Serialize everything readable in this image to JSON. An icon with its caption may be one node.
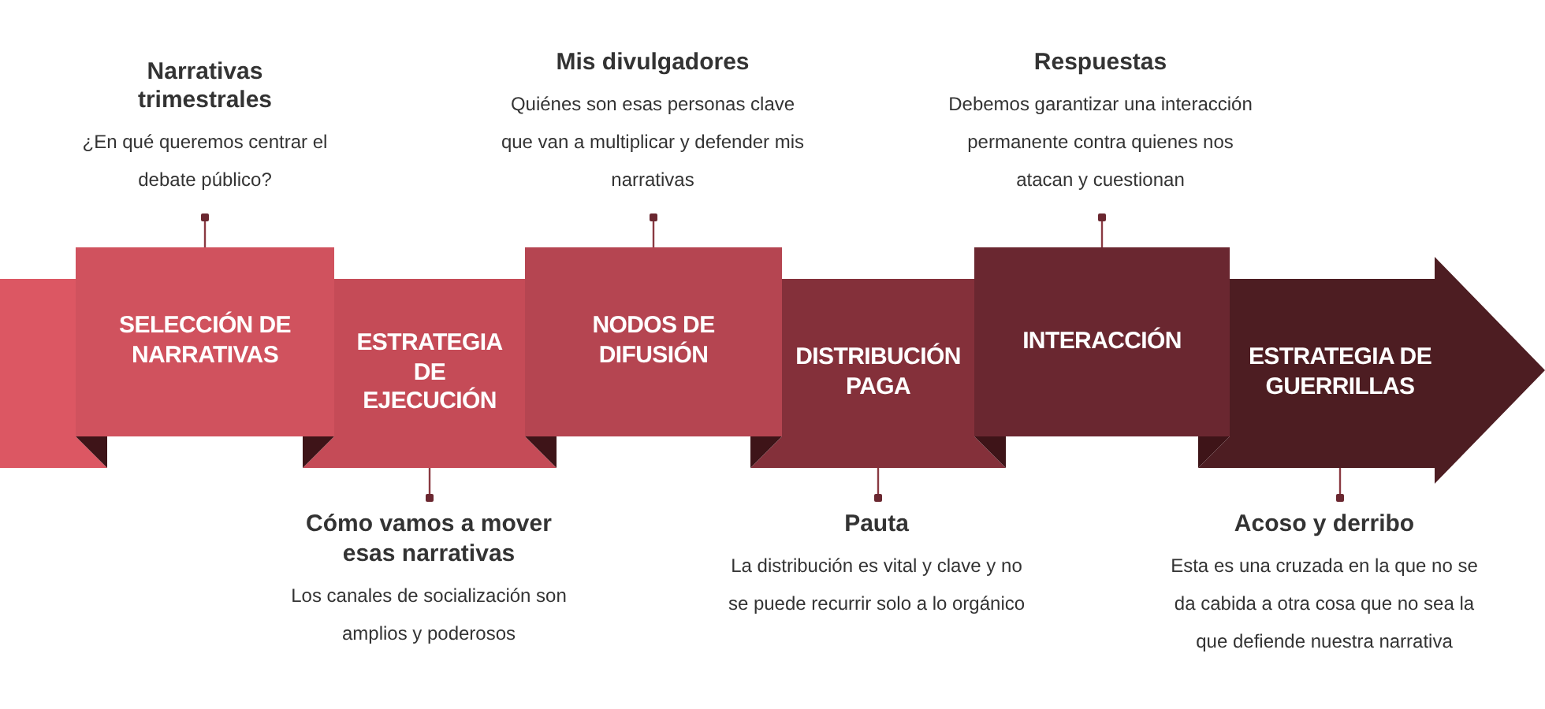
{
  "diagram": {
    "nodes": [
      {
        "text": [
          "SELECCIÓN DE NARRATIVAS"
        ]
      },
      {
        "text": [
          "ESTRATEGIA DE EJECUCIÓN"
        ]
      },
      {
        "text": [
          "NODOS DE DIFUSIÓN"
        ]
      },
      {
        "text": [
          "DISTRIBUCIÓN PAGA"
        ]
      },
      {
        "text": [
          "INTERACCIÓN"
        ]
      },
      {
        "text": [
          "ESTRATEGIA DE GUERRILLAS"
        ]
      },
      {
        "text": [
          "Narrativas trimestrales",
          "¿En qué queremos centrar el debate público?"
        ]
      },
      {
        "text": [
          "Cómo vamos a mover esas narrativas",
          "Los canales de socialización son amplios y poderosos"
        ]
      },
      {
        "text": [
          "Mis divulgadores",
          "Quiénes son esas personas clave que van a multiplicar y defender mis narrativas"
        ]
      },
      {
        "text": [
          "Pauta",
          "La distribución es vital y clave y no se puede recurrir solo a lo orgánico"
        ]
      },
      {
        "text": [
          "Respuestas",
          "Debemos garantizar una interacción permanente contra quienes nos atacan y cuestionan"
        ]
      },
      {
        "text": [
          "Acoso y derribo",
          "Esta es una cruzada en la que no se da cabida a otra cosa que no sea la que defiende nuestra narrativa"
        ]
      },
      {
        "text": [],
        "shape": "bar"
      }
    ],
    "edges": [
      {
        "from": 6,
        "to": 0,
        "arrow": "other"
      },
      {
        "from": 7,
        "to": 1,
        "arrow": "other"
      },
      {
        "from": 8,
        "to": 2,
        "arrow": "other"
      },
      {
        "from": 9,
        "to": 3,
        "arrow": "other"
      },
      {
        "from": 10,
        "to": 4,
        "arrow": "other"
      },
      {
        "from": 11,
        "to": 5,
        "arrow": "other"
      }
    ]
  }
}
